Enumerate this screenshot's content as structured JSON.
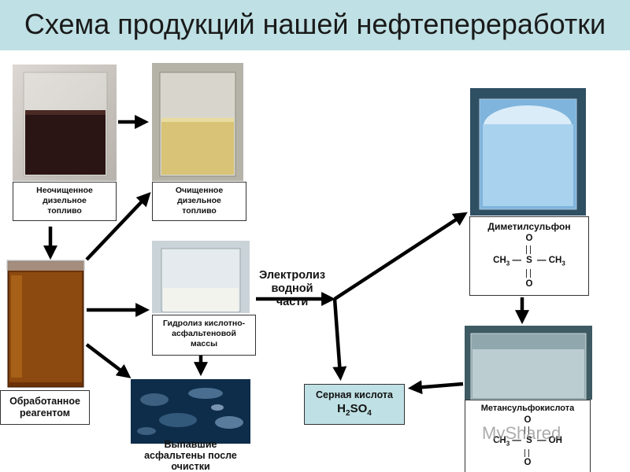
{
  "title": "Схема продукций нашей нефтепереработки",
  "colors": {
    "header_bg": "#bfe0e4",
    "sulfuric_box_bg": "#bfe0e4",
    "arrow": "#000000"
  },
  "labels": {
    "raw_diesel": [
      "Неочищенное",
      "дизельное",
      "топливо"
    ],
    "clean_diesel": [
      "Очищенное",
      "дизельное",
      "топливо"
    ],
    "treated": [
      "Обработанное",
      "реагентом"
    ],
    "hydrolysis": [
      "Гидролиз кислотно-",
      "асфальтеновой",
      "массы"
    ],
    "asphaltenes": [
      "Выпавшие",
      "асфальтены после",
      "очистки"
    ],
    "electrolysis": [
      "Электролиз",
      "водной",
      "части"
    ],
    "sulfuric": {
      "name": "Серная кислота",
      "formula": "H",
      "sub1": "2",
      "mid": "SO",
      "sub2": "4"
    },
    "dimethylsulfone": {
      "name": "Диметилсульфон",
      "o_top": "O",
      "left_group": "CH",
      "left_sub": "3",
      "dash1": "—",
      "s": "S",
      "dash2": "—",
      "right_group": "CH",
      "right_sub": "3",
      "o_bottom": "O"
    },
    "methanesulfonic": {
      "name": "Метансульфокислота",
      "o_top": "O",
      "left_group": "CH",
      "left_sub": "3",
      "dash1": "—",
      "s": "S",
      "dash2": "—",
      "right_group": "OH",
      "o_bottom": "O"
    }
  },
  "watermark": "MyShared"
}
